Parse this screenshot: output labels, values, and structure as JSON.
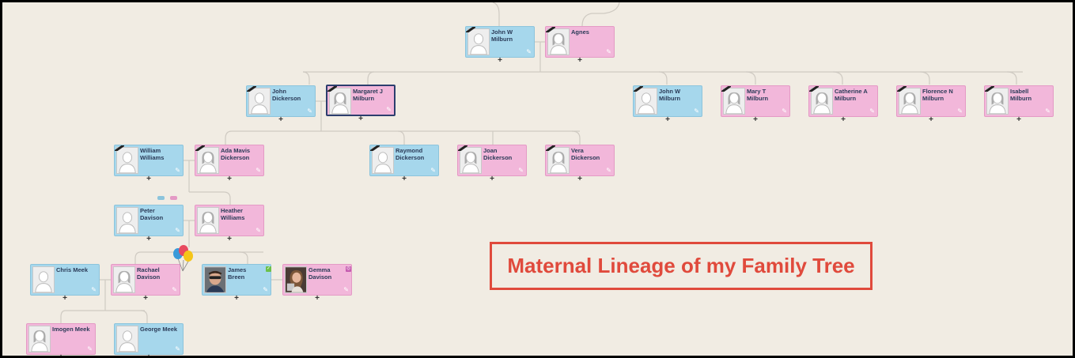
{
  "title": "Maternal Lineage of my Family Tree",
  "colors": {
    "male": "#a6d7ec",
    "female": "#f2b7da",
    "line": "#cfcac2",
    "accent": "#e04a3c"
  },
  "icons": {
    "edit": "pencil-icon",
    "expand": "plus-icon",
    "photo": "avatar-silhouette-icon"
  },
  "people": [
    {
      "id": "john-w-milburn-sr",
      "name": "John W\nMilburn",
      "gender": "male",
      "flag": true
    },
    {
      "id": "agnes",
      "name": "Agnes",
      "gender": "female",
      "flag": true
    },
    {
      "id": "john-dickerson",
      "name": "John\nDickerson",
      "gender": "male",
      "flag": true
    },
    {
      "id": "margaret-j-milburn",
      "name": "Margaret J\nMilburn",
      "gender": "female",
      "flag": true,
      "selected": true
    },
    {
      "id": "john-w-milburn-jr",
      "name": "John W\nMilburn",
      "gender": "male",
      "flag": true
    },
    {
      "id": "mary-t-milburn",
      "name": "Mary T\nMilburn",
      "gender": "female",
      "flag": true
    },
    {
      "id": "catherine-a-milburn",
      "name": "Catherine A\nMilburn",
      "gender": "female",
      "flag": true
    },
    {
      "id": "florence-n-milburn",
      "name": "Florence N\nMilburn",
      "gender": "female",
      "flag": true
    },
    {
      "id": "isabell-milburn",
      "name": "Isabell\nMilburn",
      "gender": "female",
      "flag": true
    },
    {
      "id": "william-williams",
      "name": "William\nWilliams",
      "gender": "male",
      "flag": true
    },
    {
      "id": "ada-mavis-dickerson",
      "name": "Ada Mavis\nDickerson",
      "gender": "female",
      "flag": true
    },
    {
      "id": "raymond-dickerson",
      "name": "Raymond\nDickerson",
      "gender": "male",
      "flag": true
    },
    {
      "id": "joan-dickerson",
      "name": "Joan\nDickerson",
      "gender": "female",
      "flag": true
    },
    {
      "id": "vera-dickerson",
      "name": "Vera\nDickerson",
      "gender": "female",
      "flag": true
    },
    {
      "id": "peter-davison",
      "name": "Peter\nDavison",
      "gender": "male",
      "flag": false
    },
    {
      "id": "heather-williams",
      "name": "Heather\nWilliams",
      "gender": "female",
      "flag": false
    },
    {
      "id": "chris-meek",
      "name": "Chris Meek",
      "gender": "male",
      "flag": false
    },
    {
      "id": "rachael-davison",
      "name": "Rachael\nDavison",
      "gender": "female",
      "flag": false
    },
    {
      "id": "james-breen",
      "name": "James\nBreen",
      "gender": "male",
      "flag": false,
      "photo": "man"
    },
    {
      "id": "gemma-davison",
      "name": "Gemma\nDavison",
      "gender": "female",
      "flag": false,
      "photo": "woman"
    },
    {
      "id": "imogen-meek",
      "name": "Imogen Meek",
      "gender": "female",
      "flag": false
    },
    {
      "id": "george-meek",
      "name": "George Meek",
      "gender": "male",
      "flag": false
    }
  ]
}
